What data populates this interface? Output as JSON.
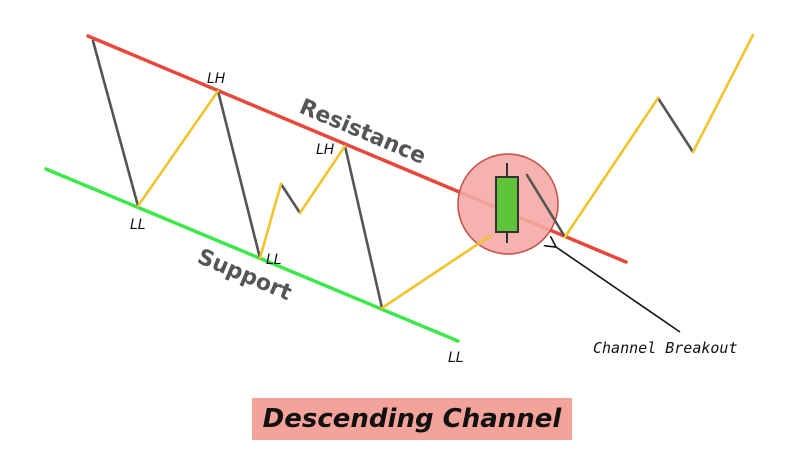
{
  "title": "Descending Channel",
  "lines": {
    "resistance": "Resistance",
    "support": "Support"
  },
  "points": {
    "ll_1": "LL",
    "lh_1": "LH",
    "lh_2": "LH",
    "ll_2": "LL",
    "ll_3": "LL"
  },
  "annotation": {
    "breakout": "Channel Breakout"
  },
  "colors": {
    "resistance": "#e8473a",
    "support": "#3de84a",
    "up_leg": "#f0c42a",
    "down_leg": "#555555",
    "highlight_fill": "#f4aaa5",
    "candle_body": "#5fc43a",
    "title_bg": "#f4a39b"
  }
}
